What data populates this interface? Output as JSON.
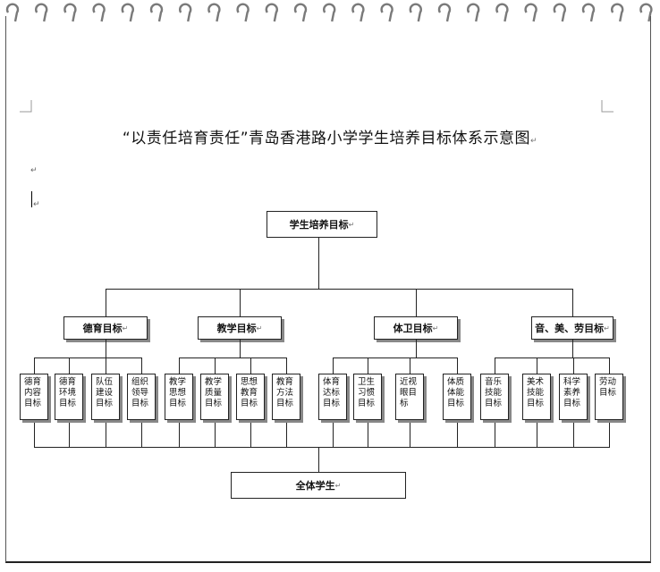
{
  "title": "“以责任培育责任”青岛香港路小学学生培养目标体系示意图",
  "root": "学生培养目标",
  "bottom": "全体学生",
  "categories": [
    {
      "label": "德育目标",
      "leaves": [
        "德育内容目标",
        "德育环境目标",
        "队伍建设目标",
        "组织领导目标"
      ]
    },
    {
      "label": "教学目标",
      "leaves": [
        "教学思想目标",
        "教学质量目标",
        "思想教育目标",
        "教育方法目标"
      ]
    },
    {
      "label": "体卫目标",
      "leaves": [
        "体育达标目标",
        "卫生习惯目标",
        "近视眼目标",
        "体质体能目标"
      ]
    },
    {
      "label": "音、美、劳目标",
      "leaves": [
        "音乐技能目标",
        "美术技能目标",
        "科学素养目标",
        "劳动目标"
      ]
    }
  ],
  "paragraph_mark": "↵"
}
